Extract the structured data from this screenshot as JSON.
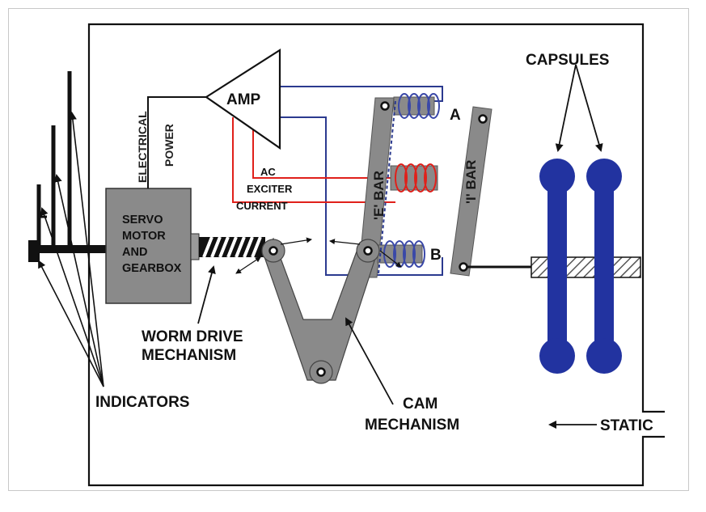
{
  "labels": {
    "capsules": "CAPSULES",
    "amp": "AMP",
    "electrical": "ELECTRICAL",
    "power": "POWER",
    "servo_line1": "SERVO",
    "servo_line2": "MOTOR",
    "servo_line3": "AND",
    "servo_line4": "GEARBOX",
    "ac": "AC",
    "exciter": "EXCITER",
    "current": "CURRENT",
    "e_bar": "'E' BAR",
    "i_bar": "'I' BAR",
    "a": "A",
    "b": "B",
    "worm_line1": "WORM DRIVE",
    "worm_line2": "MECHANISM",
    "indicators": "INDICATORS",
    "cam_line1": "CAM",
    "cam_line2": "MECHANISM",
    "static": "STATIC"
  },
  "colors": {
    "blue_wire": "#2b3a8f",
    "red_wire": "#e0201a",
    "capsule": "#2233a0",
    "gray_part": "#8a8a8a",
    "coil": "#3a48a8",
    "black": "#111111"
  }
}
